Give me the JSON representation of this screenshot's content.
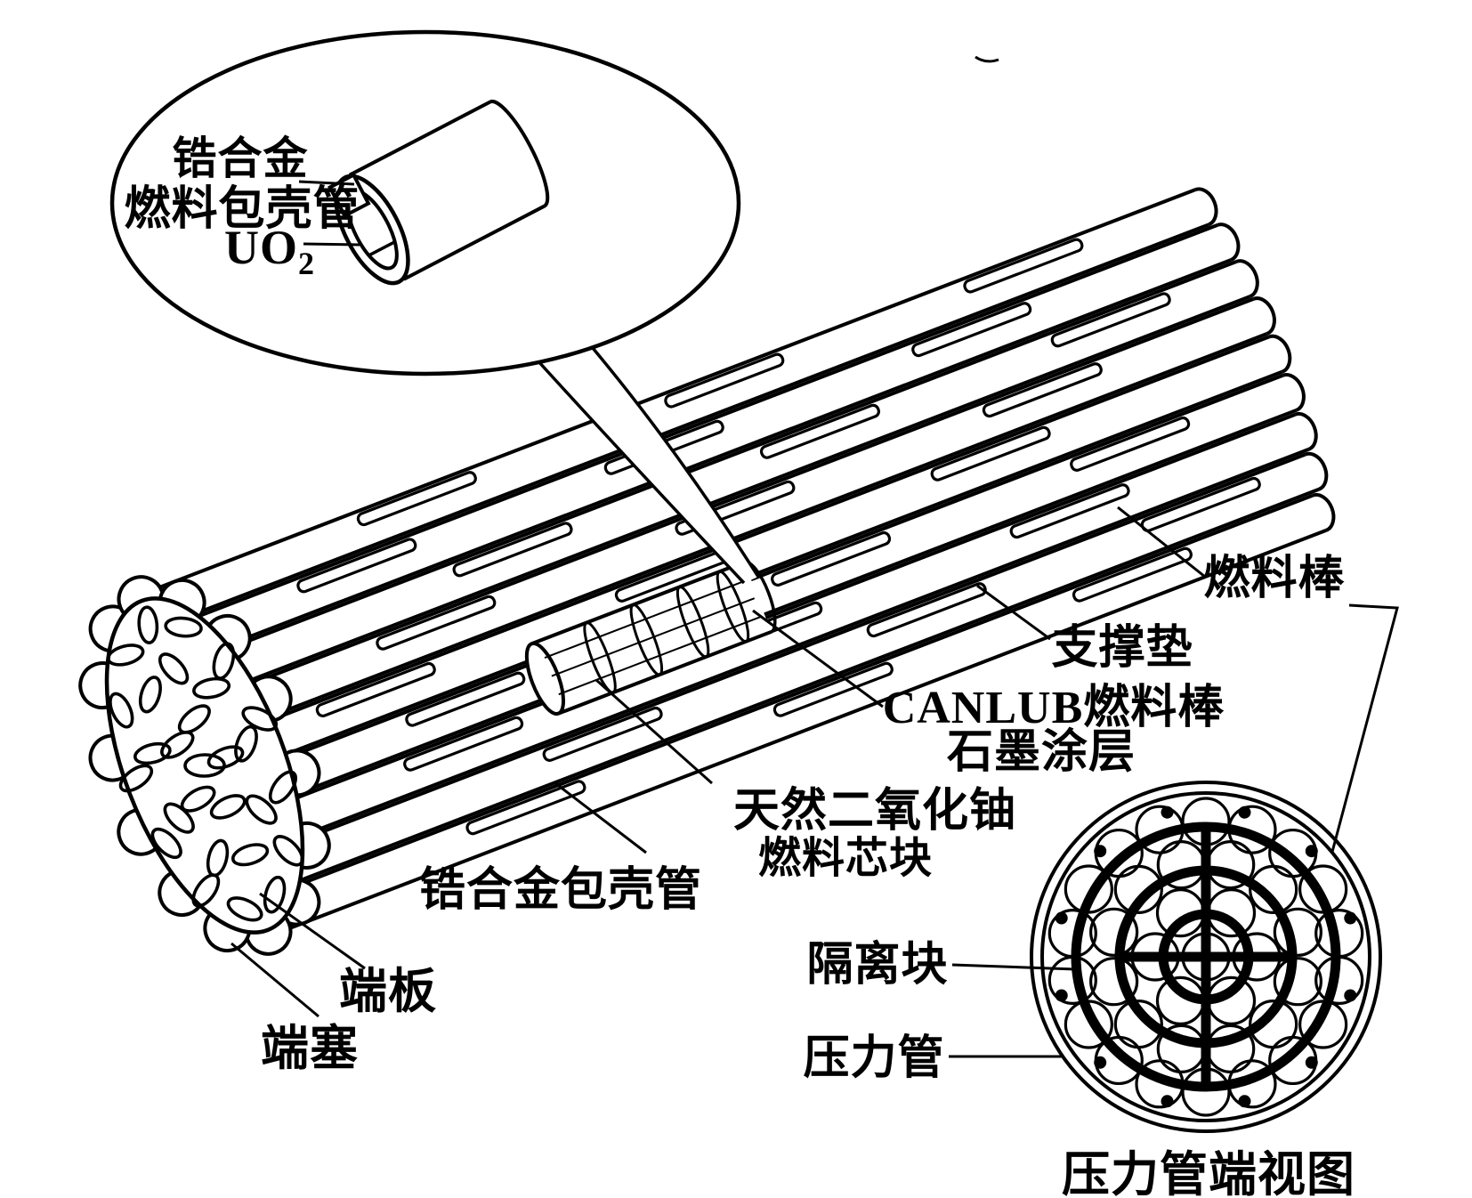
{
  "colors": {
    "ink": "#000000",
    "paper": "#ffffff"
  },
  "callout": {
    "line1": "锆合金",
    "line2": "燃料包壳管",
    "uo2_base": "UO",
    "uo2_sub": "2"
  },
  "labels": {
    "fuel_rod": "燃料棒",
    "support_pad": "支撑垫",
    "canlub_line1": "CANLUB燃料棒",
    "canlub_line2": "石墨涂层",
    "pellet_line1": "天然二氧化铀",
    "pellet_line2": "燃料芯块",
    "cladding_tube": "锆合金包壳管",
    "end_plate": "端板",
    "end_plug": "端塞",
    "spacer_block": "隔离块",
    "pressure_tube": "压力管"
  },
  "caption": "压力管端视图",
  "diagram": {
    "type": "technical-line-drawing",
    "subject": "CANDU-type fuel bundle with zirconium alloy clad UO2 fuel rods, shown with pressure-tube end view",
    "bundle": {
      "rod_rows": 9,
      "pellet_segments": 4
    },
    "end_view": {
      "rings": [
        {
          "count": 1,
          "radius": 0
        },
        {
          "count": 6,
          "radius": 57
        },
        {
          "count": 12,
          "radius": 107
        },
        {
          "count": 18,
          "radius": 152
        }
      ],
      "rod_radius": 26,
      "outer_radii": [
        196,
        184
      ],
      "plate_ring_radii": [
        48,
        97,
        146
      ],
      "spacer_dots": 12
    }
  }
}
